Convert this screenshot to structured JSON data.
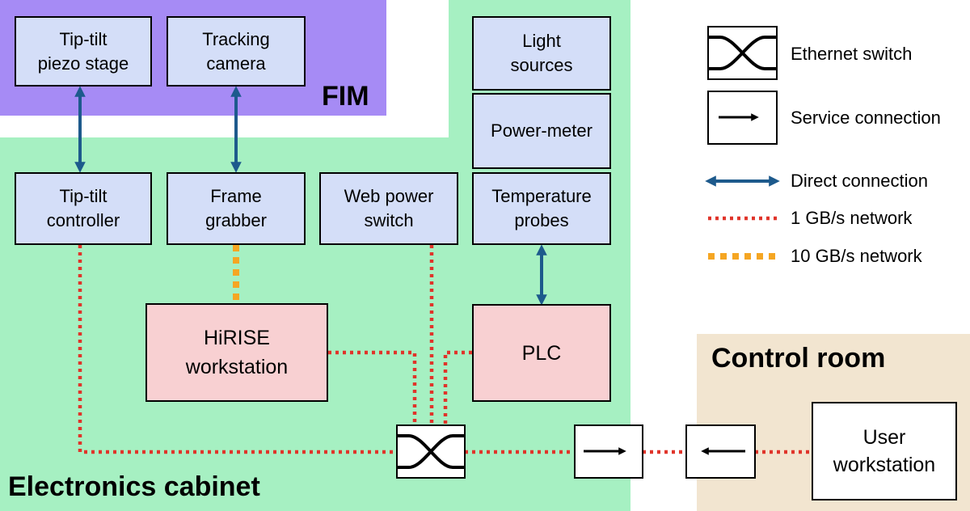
{
  "regions": {
    "fim": "FIM",
    "electronics_cabinet": "Electronics cabinet",
    "control_room": "Control room"
  },
  "boxes": {
    "tip_tilt_stage": "Tip-tilt\npiezo stage",
    "tracking_camera": "Tracking\ncamera",
    "light_sources": "Light\nsources",
    "power_meter": "Power-meter",
    "tip_tilt_controller": "Tip-tilt\ncontroller",
    "frame_grabber": "Frame\ngrabber",
    "web_power_switch": "Web power\nswitch",
    "temperature_probes": "Temperature\nprobes",
    "hirise_workstation": "HiRISE\nworkstation",
    "plc": "PLC",
    "user_workstation": "User\nworkstation"
  },
  "legend": {
    "ethernet_switch": "Ethernet switch",
    "service_connection": "Service connection",
    "direct_connection": "Direct connection",
    "net_1gb": "1 GB/s network",
    "net_10gb": "10 GB/s network"
  },
  "colors": {
    "fim": "#a68bf5",
    "electronics_cabinet": "#a6f0c2",
    "control_room": "#f2e5d0",
    "box_blue": "#d4def8",
    "box_pink": "#f8d0d2",
    "direct_connection": "#1d5a8c",
    "net_1gb": "#e0342a",
    "net_10gb": "#f5a623"
  }
}
